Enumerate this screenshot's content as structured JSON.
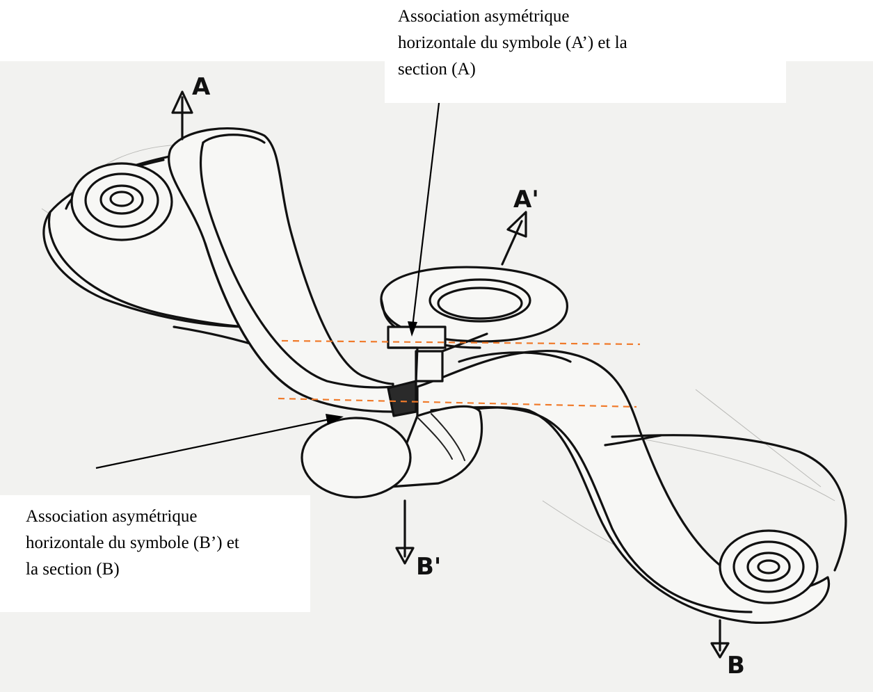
{
  "annotations": {
    "top": {
      "lines": [
        "Association asymétrique",
        "horizontale du symbole (A’) et la",
        "section (A)"
      ]
    },
    "bottom": {
      "lines": [
        "Association asymétrique",
        "horizontale du symbole (B’) et",
        "la section (B)"
      ]
    }
  },
  "arrow_labels": {
    "a": "A",
    "a_prime": "A'",
    "b_prime": "B'",
    "b": "B"
  },
  "colors": {
    "section_lines": "#f07a2a",
    "ink": "#111111",
    "paper": "#f2f2f0"
  }
}
